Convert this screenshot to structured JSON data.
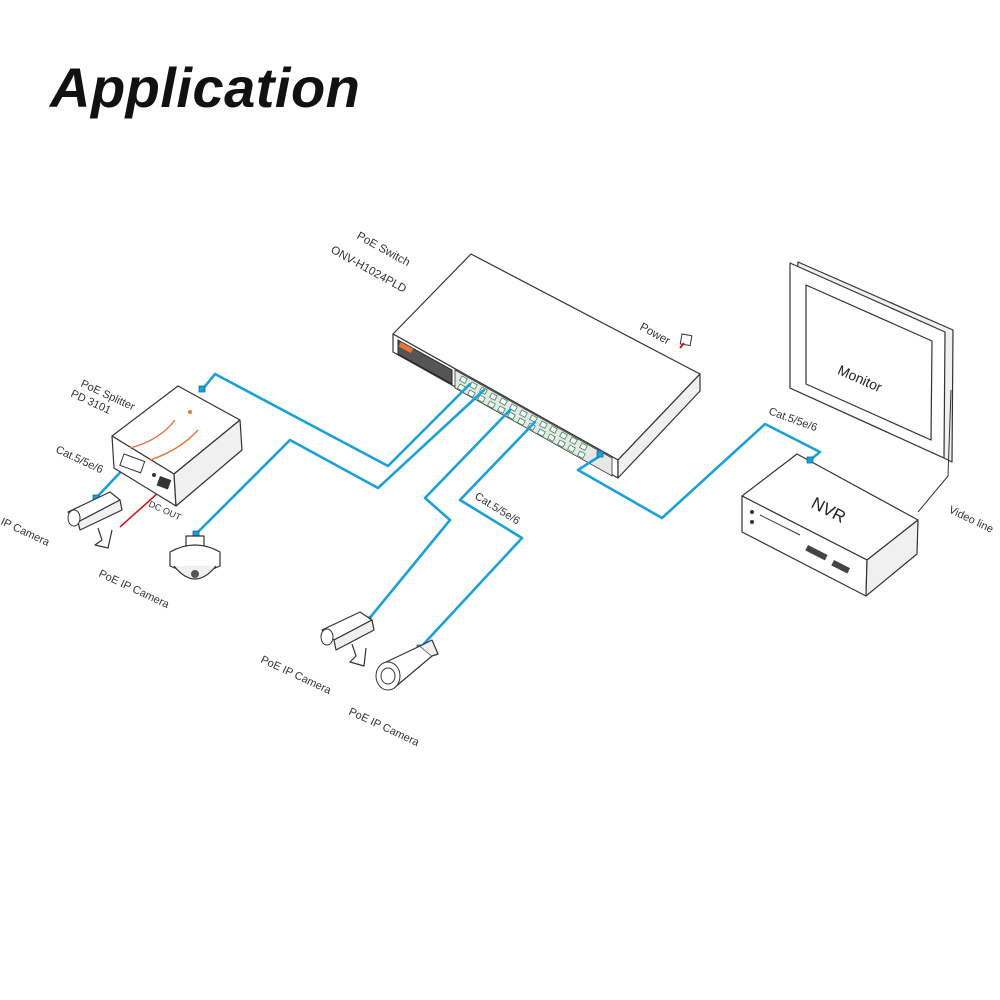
{
  "title": "Application",
  "labels": {
    "poe_switch_line1": "PoE Switch",
    "poe_switch_line2": "ONV-H1024PLD",
    "power": "Power",
    "poe_splitter_line1": "PoE Splitter",
    "poe_splitter_line2": "PD 3101",
    "cat_splitter": "Cat.5/5e/6",
    "dc_out": "DC OUT",
    "ip_camera": "IP Camera",
    "poe_ip_camera_1": "PoE IP Camera",
    "poe_ip_camera_2": "PoE IP Camera",
    "poe_ip_camera_3": "PoE IP Camera",
    "cat_center": "Cat.5/5e/6",
    "cat_right": "Cat.5/5e/6",
    "monitor": "Monitor",
    "nvr": "NVR",
    "video_line": "Video line"
  },
  "colors": {
    "cable": "#1ba0d8",
    "power_cable": "#d01a1a",
    "splitter_accent": "#e8743c"
  }
}
